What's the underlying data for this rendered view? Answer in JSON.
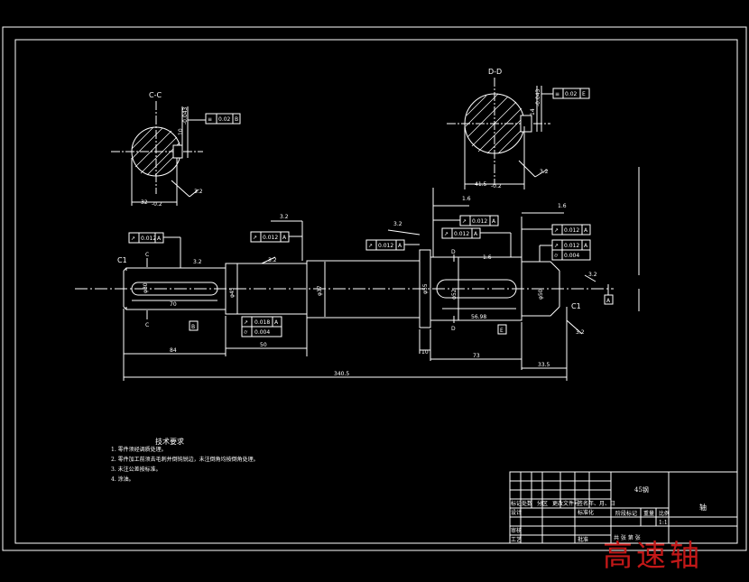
{
  "sections": {
    "left": {
      "label": "C-C",
      "tol": "0.02",
      "datum": "B",
      "width": "10",
      "width_tol": "-0.043",
      "dia": "32",
      "dia_tol": "-0.2",
      "rough": "3.2"
    },
    "right": {
      "label": "D-D",
      "tol": "0.02",
      "datum": "E",
      "width": "14",
      "width_tol": "-0.043",
      "dia": "41.5",
      "dia_tol": "-0.2",
      "rough": "3.2"
    }
  },
  "main_view": {
    "fcf_left_keyway": {
      "value": "0.012",
      "datum": "A"
    },
    "fcf_seg2": {
      "value": "0.012",
      "datum": "A"
    },
    "fcf_seg2_lower": {
      "v1": "0.018",
      "d1": "A",
      "v2": "0.004"
    },
    "fcf_shoulder": {
      "value": "0.012",
      "datum": "A"
    },
    "fcf_gear_top": {
      "value": "0.012",
      "datum": "A"
    },
    "fcf_gear_mid": {
      "value": "0.012",
      "datum": "A"
    },
    "fcf_right_1": {
      "value": "0.012",
      "datum": "A"
    },
    "fcf_right_2": {
      "value": "0.004"
    },
    "chamfer_left": "C1",
    "chamfer_right": "C1",
    "datum_left": "B",
    "datum_right": "E",
    "datum_axis": "A",
    "cut_c": "C",
    "cut_d": "D",
    "dia_1": "φ30",
    "dia_2": "φ45",
    "dia_3": "φ37",
    "dia_4": "φ55",
    "dia_5": "φ52",
    "dia_6": "φ50",
    "key_len_left": "70",
    "key_len_right": "56.98",
    "len_84": "84",
    "len_50": "50",
    "len_10": "10",
    "len_73": "73",
    "len_33": "33.5",
    "len_total": "340.5",
    "rough_a": "3.2",
    "rough_b": "1.6"
  },
  "notes": {
    "title": "技术要求",
    "items": [
      "1. 零件须经调质处理。",
      "2. 零件加工前须去毛刺并倒钝锐边，未注倒角均按倒角处理。",
      "3. 未注公差按标准。",
      "4. 涂油。"
    ]
  },
  "title_block": {
    "material": "45钢",
    "part_name": "轴",
    "row_labels": [
      "标记",
      "处数",
      "分区",
      "更改文件号",
      "签名",
      "年、月、日"
    ],
    "design": "设计",
    "standardize": "标准化",
    "check": "审核",
    "process": "工艺",
    "approve": "批准",
    "stage": "阶段标记",
    "weight": "重量",
    "scale": "比例",
    "scale_val": "1:1",
    "sheets": "共  张   第  张"
  },
  "watermark": "高速轴"
}
